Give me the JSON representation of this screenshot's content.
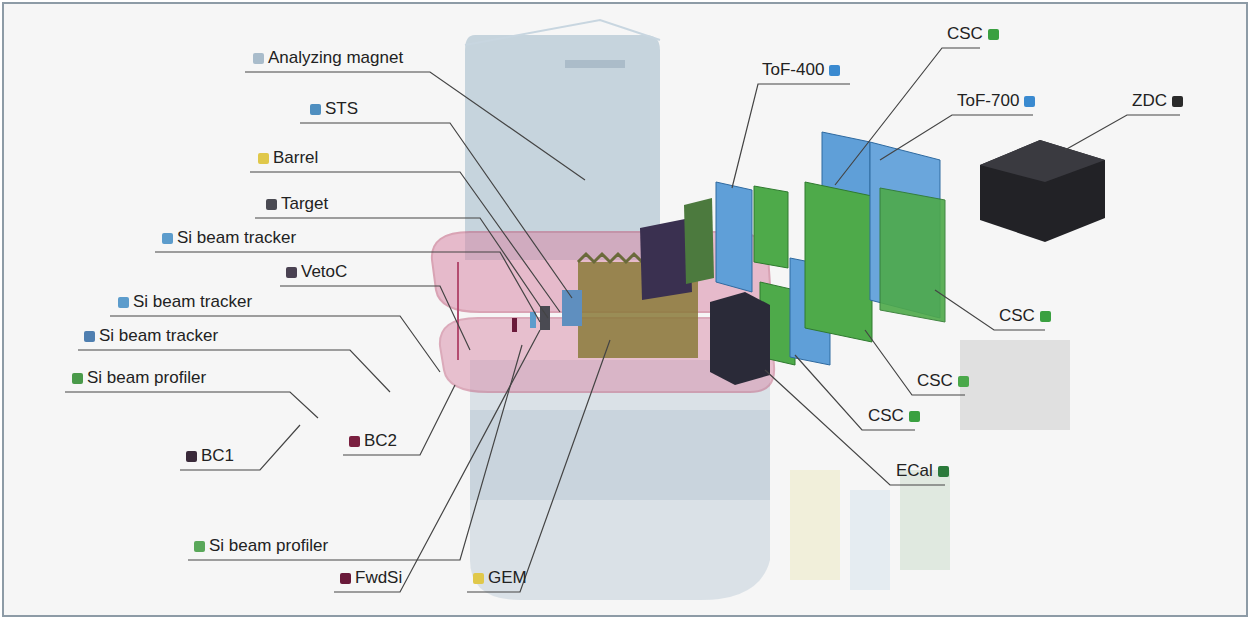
{
  "diagram": {
    "labels": [
      "Analyzing magnet",
      "STS",
      "Barrel",
      "Target",
      "Si beam tracker",
      "VetoC",
      "Si beam tracker",
      "Si beam tracker",
      "Si beam profiler",
      "BC1",
      "BC2",
      "Si beam profiler",
      "FwdSi",
      "GEM",
      "ToF-400",
      "CSC",
      "ToF-700",
      "ZDC",
      "CSC",
      "CSC",
      "CSC",
      "ECal"
    ]
  }
}
